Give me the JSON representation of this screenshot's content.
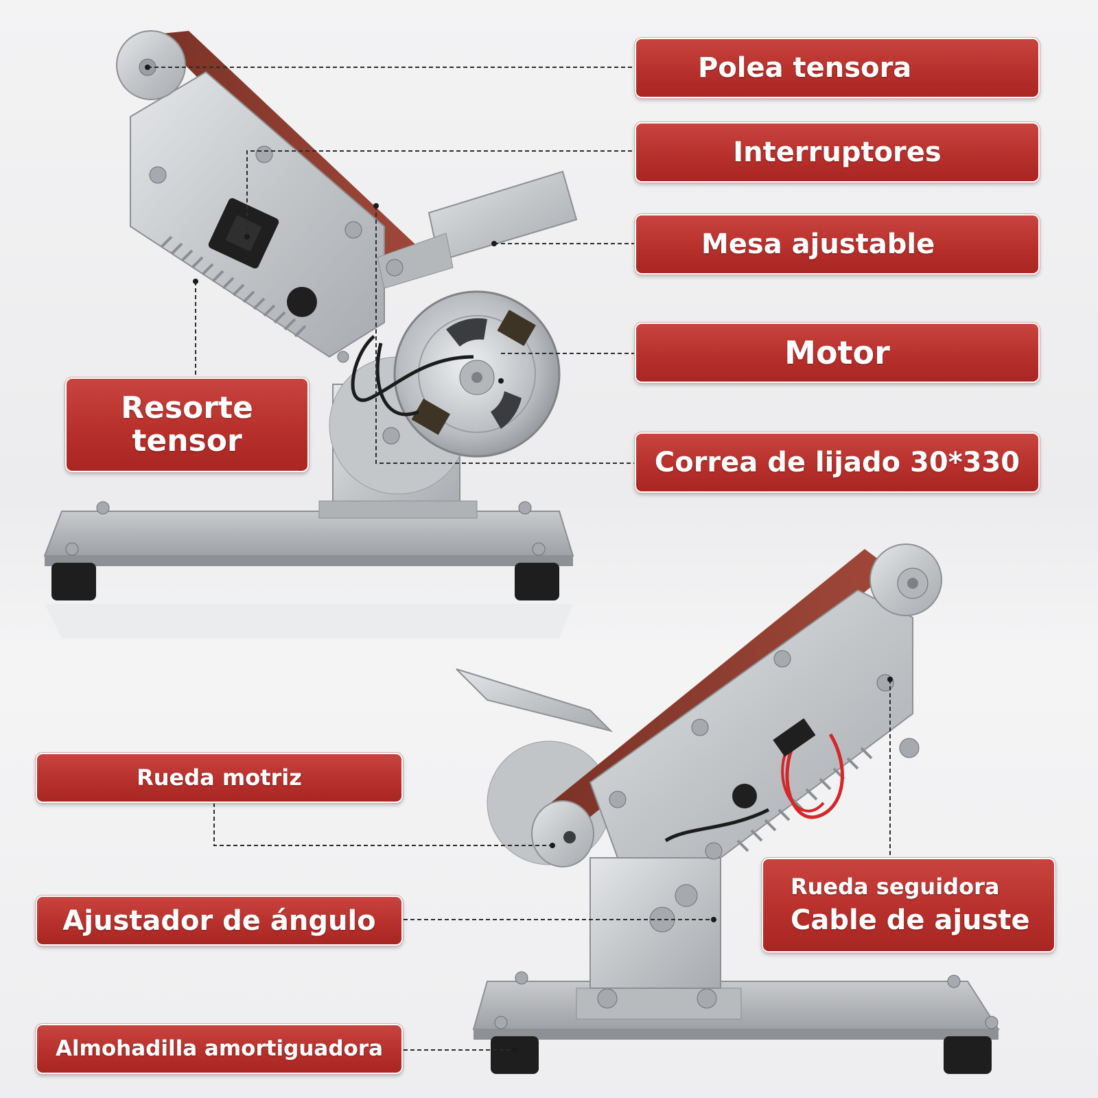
{
  "labels": {
    "polea_tensora": "Polea tensora",
    "interruptores": "Interruptores",
    "mesa_ajustable": "Mesa ajustable",
    "motor": "Motor",
    "correa": "Correa de lijado 30*330",
    "resorte_line1": "Resorte",
    "resorte_line2": "tensor",
    "rueda_motriz": "Rueda motriz",
    "ajustador": "Ajustador de ángulo",
    "almohadilla": "Almohadilla amortiguadora",
    "rueda_seguidora": "Rueda seguidora",
    "cable_ajuste": "Cable de ajuste"
  },
  "colors": {
    "label_red": "#b8302c",
    "steel": "#c9cbce",
    "belt": "#8a3b2e",
    "foot": "#1e1e1e"
  }
}
